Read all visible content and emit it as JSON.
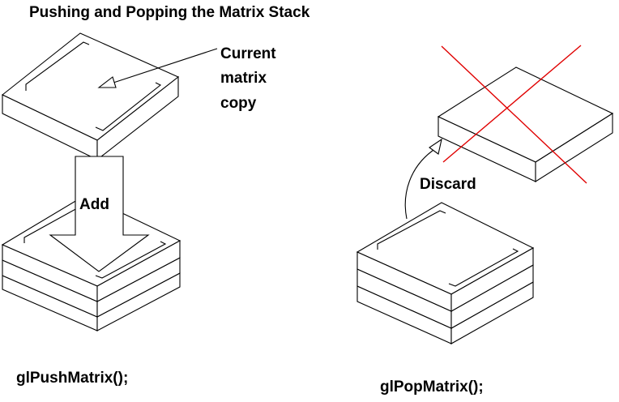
{
  "title": "Pushing and Popping the Matrix Stack",
  "push": {
    "callout": [
      "Current",
      "matrix",
      "copy"
    ],
    "arrow_label": "Add",
    "function_label": "glPushMatrix();"
  },
  "pop": {
    "arrow_label": "Discard",
    "function_label": "glPopMatrix();"
  },
  "colors": {
    "line": "#000000",
    "discard_cross": "#e00000",
    "background": "#ffffff"
  }
}
